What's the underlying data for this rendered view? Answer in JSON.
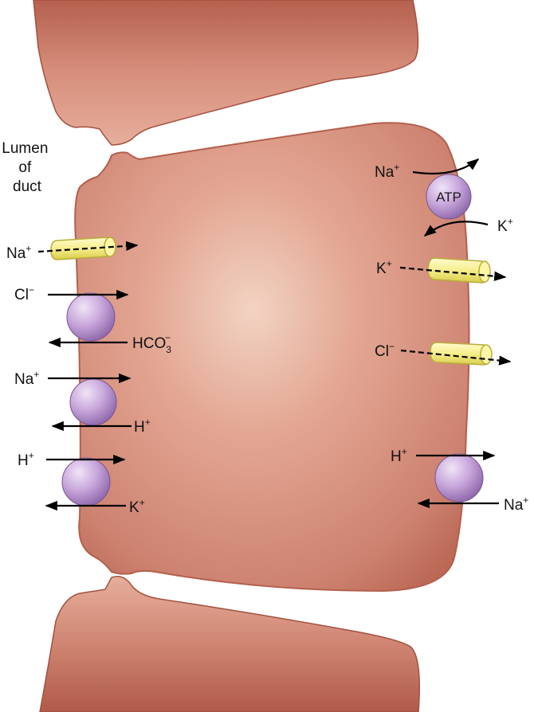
{
  "lumen_label": [
    "Lumen",
    "of",
    "duct"
  ],
  "atp_label": "ATP",
  "apical": {
    "channel_na": {
      "ion": "Na",
      "charge": "+"
    },
    "exchanger_1": {
      "in": {
        "ion": "Cl",
        "charge": "−"
      },
      "out": {
        "ion": "HCO",
        "sub": "3",
        "charge": "−"
      }
    },
    "exchanger_2": {
      "in": {
        "ion": "Na",
        "charge": "+"
      },
      "out": {
        "ion": "H",
        "charge": "+"
      }
    },
    "exchanger_3": {
      "in": {
        "ion": "H",
        "charge": "+"
      },
      "out": {
        "ion": "K",
        "charge": "+"
      }
    }
  },
  "basolateral": {
    "pump": {
      "out": {
        "ion": "Na",
        "charge": "+"
      },
      "in": {
        "ion": "K",
        "charge": "+"
      }
    },
    "channel_k": {
      "ion": "K",
      "charge": "+"
    },
    "channel_cl": {
      "ion": "Cl",
      "charge": "−"
    },
    "exchanger": {
      "out": {
        "ion": "H",
        "charge": "+"
      },
      "in": {
        "ion": "Na",
        "charge": "+"
      }
    }
  },
  "colors": {
    "cell": "#cc7e6c",
    "cell_highlight": "#e9bca9",
    "cell_edge": "#b66452",
    "transporter": "#c9a8dc",
    "channel": "#f6ee8c",
    "arrow": "#000000"
  }
}
